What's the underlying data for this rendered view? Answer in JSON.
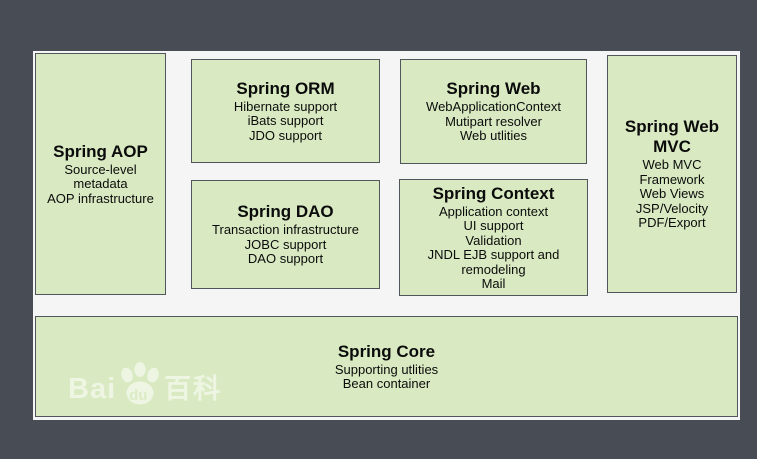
{
  "colors": {
    "background": "#474c55",
    "panel": "#f5f5f5",
    "module_fill": "#d9eac2",
    "module_border": "#51565d",
    "text": "#0b0b0b",
    "watermark": "rgba(255,255,255,0.55)"
  },
  "modules": {
    "aop": {
      "title": "Spring AOP",
      "lines": [
        "Source-level",
        "metadata",
        "AOP infrastructure"
      ]
    },
    "orm": {
      "title": "Spring ORM",
      "lines": [
        "Hibernate support",
        "iBats support",
        "JDO support"
      ]
    },
    "web": {
      "title": "Spring Web",
      "lines": [
        "WebApplicationContext",
        "Mutipart resolver",
        "Web utlities"
      ]
    },
    "mvc": {
      "title": "Spring Web MVC",
      "lines": [
        "Web MVC",
        "Framework",
        "Web Views",
        "JSP/Velocity",
        "PDF/Export"
      ]
    },
    "dao": {
      "title": "Spring DAO",
      "lines": [
        "Transaction infrastructure",
        "JOBC support",
        "DAO support"
      ]
    },
    "context": {
      "title": "Spring Context",
      "lines": [
        "Application context",
        "UI support",
        "Validation",
        "JNDL EJB support and",
        "remodeling",
        "Mail"
      ]
    },
    "core": {
      "title": "Spring Core",
      "lines": [
        "Supporting utlities",
        "Bean container"
      ]
    }
  },
  "watermark": {
    "prefix": "Bai",
    "paw_text": "du",
    "suffix": "百科"
  }
}
